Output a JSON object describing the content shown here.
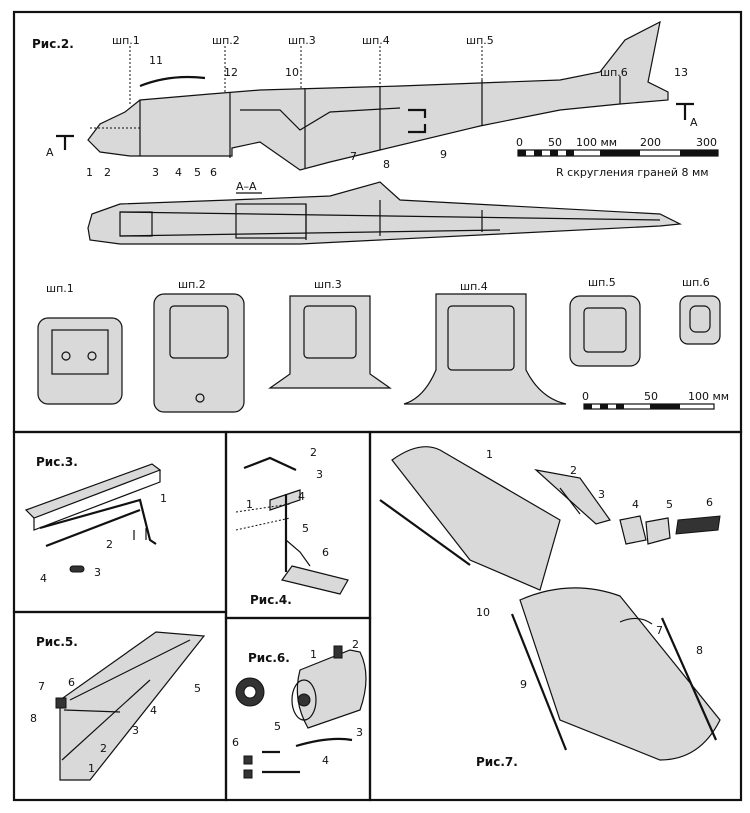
{
  "fig2": {
    "title": "Рис.2.",
    "frame_labels": [
      "шп.1",
      "шп.2",
      "шп.3",
      "шп.4",
      "шп.5",
      "шп.6"
    ],
    "part_numbers": [
      "1",
      "2",
      "3",
      "4",
      "5",
      "6",
      "7",
      "8",
      "9",
      "10",
      "11",
      "12",
      "13"
    ],
    "section_mark": "A",
    "section_title": "A–A",
    "scale_top": [
      "0",
      "50",
      "100 мм",
      "200",
      "300"
    ],
    "rounding_note": "R скругления граней 8 мм",
    "scale_bottom": [
      "0",
      "50",
      "100 мм"
    ]
  },
  "fig3": {
    "title": "Рис.3.",
    "parts": [
      "1",
      "2",
      "3",
      "4"
    ]
  },
  "fig4": {
    "title": "Рис.4.",
    "parts": [
      "1",
      "2",
      "3",
      "4",
      "5",
      "6"
    ]
  },
  "fig5": {
    "title": "Рис.5.",
    "parts": [
      "1",
      "2",
      "3",
      "4",
      "5",
      "6",
      "7",
      "8"
    ]
  },
  "fig6": {
    "title": "Рис.6.",
    "parts": [
      "1",
      "2",
      "3",
      "4",
      "5",
      "6"
    ]
  },
  "fig7": {
    "title": "Рис.7.",
    "parts": [
      "1",
      "2",
      "3",
      "4",
      "5",
      "6",
      "7",
      "8",
      "9",
      "10"
    ]
  }
}
